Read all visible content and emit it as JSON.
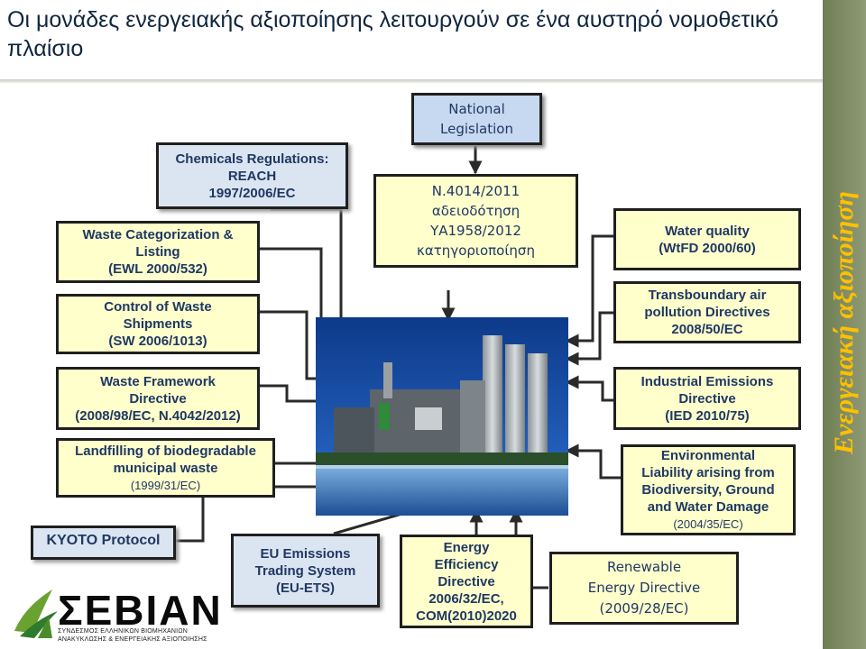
{
  "title": "Οι μονάδες ενεργειακής αξιοποίησης λειτουργούν σε ένα αυστηρό νομοθετικό πλαίσιο",
  "sidebar_text": "Ενεργειακή αξιοποίηση",
  "national_legislation": {
    "line1": "National",
    "line2": "Legislation"
  },
  "greek_law": {
    "line1": "N.4014/2011",
    "line2": "αδειοδότηση",
    "line3": "ΥΑ1958/2012",
    "line4": "κατηγοριοποίηση"
  },
  "reach": {
    "line1": "Chemicals Regulations:",
    "line2": "REACH",
    "line3": "1997/2006/EC"
  },
  "waste_categorization": {
    "line1": "Waste Categorization &",
    "line2": "Listing",
    "line3": "(EWL 2000/532)"
  },
  "waste_shipments": {
    "line1": "Control of Waste",
    "line2": "Shipments",
    "line3": "(SW 2006/1013)"
  },
  "waste_framework": {
    "line1": "Waste Framework",
    "line2": "Directive",
    "line3": "(2008/98/EC, N.4042/2012)"
  },
  "landfilling": {
    "line1": "Landfilling of biodegradable",
    "line2": "municipal waste",
    "line3": "(1999/31/EC)"
  },
  "kyoto": {
    "label": "KYOTO Protocol"
  },
  "eu_ets": {
    "line1": "EU Emissions",
    "line2": "Trading System",
    "line3": "(EU-ETS)"
  },
  "energy_efficiency": {
    "line1": "Energy",
    "line2": "Efficiency",
    "line3": "Directive",
    "line4": "2006/32/EC,",
    "line5": "COM(2010)2020"
  },
  "renewable": {
    "line1": "Renewable",
    "line2": "Energy Directive",
    "line3": "(2009/28/EC)"
  },
  "water_quality": {
    "line1": "Water quality",
    "line2": "(WtFD 2000/60)"
  },
  "transboundary": {
    "line1": "Transboundary air",
    "line2": "pollution Directives",
    "line3": "2008/50/EC"
  },
  "industrial_emissions": {
    "line1": "Industrial Emissions",
    "line2": "Directive",
    "line3": "(IED 2010/75)"
  },
  "environmental_liability": {
    "line1": "Environmental",
    "line2": "Liability arising from",
    "line3": "Biodiversity, Ground",
    "line4": "and Water Damage",
    "line5": "(2004/35/EC)"
  },
  "logo": {
    "name": "ΣΕΒΙΑΝ",
    "subtitle_line1": "ΣΥΝΔΕΣΜΟΣ ΕΛΛΗΝΙΚΩΝ ΒΙΟΜΗΧΑΝΙΩΝ",
    "subtitle_line2": "ΑΝΑΚΥΚΛΩΣΗΣ & ΕΝΕΡΓΕΙΑΚΗΣ ΑΞΙΟΠΟΙΗΣΗΣ"
  },
  "colors": {
    "accent": "#ffc000",
    "box_text": "#1f3864",
    "yellow_box": "#ffffcc",
    "blue_box": "#dbe5f1",
    "sidebar": "#7a8760"
  }
}
